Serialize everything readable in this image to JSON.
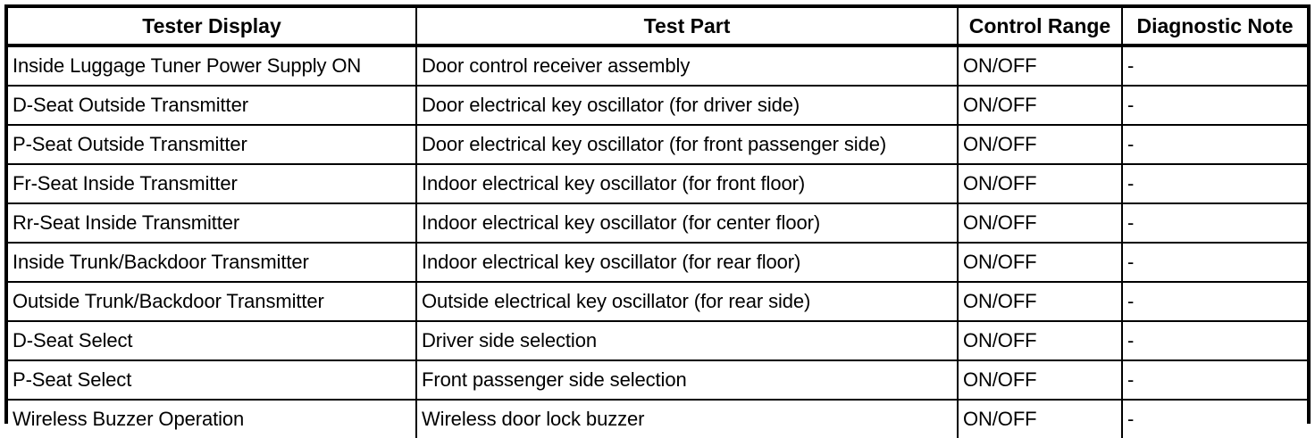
{
  "table": {
    "columns": [
      {
        "key": "tester_display",
        "label": "Tester Display"
      },
      {
        "key": "test_part",
        "label": "Test Part"
      },
      {
        "key": "control_range",
        "label": "Control Range"
      },
      {
        "key": "diagnostic_note",
        "label": "Diagnostic Note"
      }
    ],
    "rows": [
      {
        "tester_display": "Inside Luggage Tuner Power Supply ON",
        "test_part": "Door control receiver assembly",
        "control_range": "ON/OFF",
        "diagnostic_note": "-"
      },
      {
        "tester_display": "D-Seat Outside Transmitter",
        "test_part": "Door electrical key oscillator (for driver side)",
        "control_range": "ON/OFF",
        "diagnostic_note": "-"
      },
      {
        "tester_display": "P-Seat Outside Transmitter",
        "test_part": "Door electrical key oscillator (for front passenger side)",
        "control_range": "ON/OFF",
        "diagnostic_note": "-"
      },
      {
        "tester_display": "Fr-Seat Inside Transmitter",
        "test_part": "Indoor electrical key oscillator (for front floor)",
        "control_range": "ON/OFF",
        "diagnostic_note": "-"
      },
      {
        "tester_display": "Rr-Seat Inside Transmitter",
        "test_part": "Indoor electrical key oscillator (for center floor)",
        "control_range": "ON/OFF",
        "diagnostic_note": "-"
      },
      {
        "tester_display": "Inside Trunk/Backdoor Transmitter",
        "test_part": "Indoor electrical key oscillator (for rear floor)",
        "control_range": "ON/OFF",
        "diagnostic_note": "-"
      },
      {
        "tester_display": "Outside Trunk/Backdoor Transmitter",
        "test_part": "Outside electrical key oscillator (for rear side)",
        "control_range": "ON/OFF",
        "diagnostic_note": "-"
      },
      {
        "tester_display": "D-Seat Select",
        "test_part": "Driver side selection",
        "control_range": "ON/OFF",
        "diagnostic_note": "-"
      },
      {
        "tester_display": "P-Seat Select",
        "test_part": "Front passenger side selection",
        "control_range": "ON/OFF",
        "diagnostic_note": "-"
      },
      {
        "tester_display": "Wireless Buzzer Operation",
        "test_part": "Wireless door lock buzzer",
        "control_range": "ON/OFF",
        "diagnostic_note": "-"
      }
    ]
  },
  "colors": {
    "border": "#000000",
    "text": "#000000",
    "background": "#ffffff"
  }
}
